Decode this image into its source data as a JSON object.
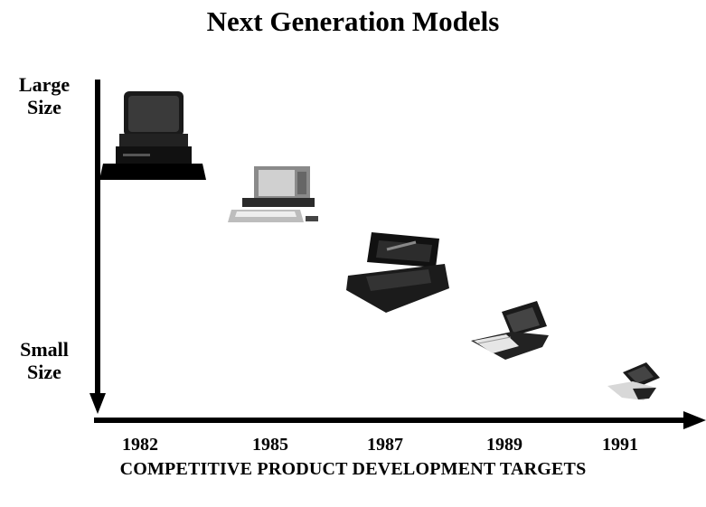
{
  "title": "Next Generation Models",
  "y_axis": {
    "top_label": [
      "Large",
      "Size"
    ],
    "bottom_label": [
      "Small",
      "Size"
    ]
  },
  "years": [
    "1982",
    "1985",
    "1987",
    "1989",
    "1991"
  ],
  "caption": "COMPETITIVE PRODUCT DEVELOPMENT TARGETS",
  "products": [
    {
      "year": "1982",
      "icon": "desktop-computer-icon"
    },
    {
      "year": "1985",
      "icon": "desktop-pc-with-keyboard-icon"
    },
    {
      "year": "1987",
      "icon": "luggable-portable-computer-icon"
    },
    {
      "year": "1989",
      "icon": "laptop-icon"
    },
    {
      "year": "1991",
      "icon": "notebook-icon"
    }
  ]
}
